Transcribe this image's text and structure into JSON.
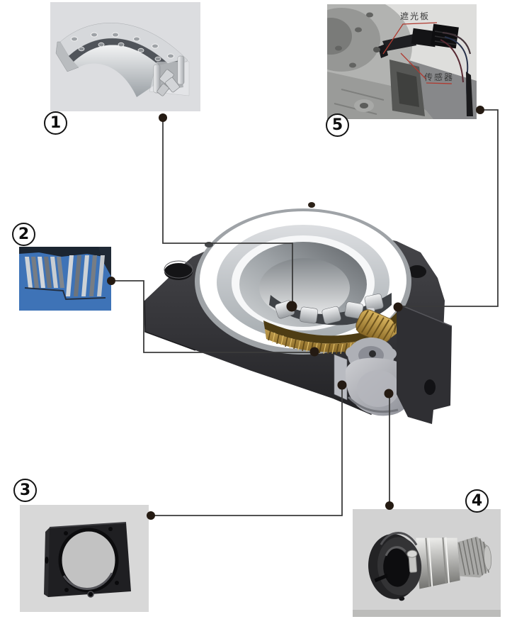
{
  "figure": {
    "background": "#ffffff",
    "leader_line_color": "#3b3b3b",
    "leader_dot_color": "#241a12",
    "annotation_red": "#b03a30",
    "brass_color": "#a5853c",
    "housing_color": "#343438"
  },
  "callouts": {
    "c1": {
      "number": "1",
      "part": "slewing-bearing-cross-section"
    },
    "c2": {
      "number": "2",
      "part": "worm-wheel-teeth-closeup"
    },
    "c3": {
      "number": "3",
      "part": "black-mounting-housing"
    },
    "c4": {
      "number": "4",
      "part": "input-shaft-clamp-collar-spline"
    },
    "c5": {
      "number": "5",
      "part": "origin-sensor-assembly-photo",
      "annotations": {
        "shield_plate": "遮光板",
        "sensor": "传感器"
      }
    }
  }
}
